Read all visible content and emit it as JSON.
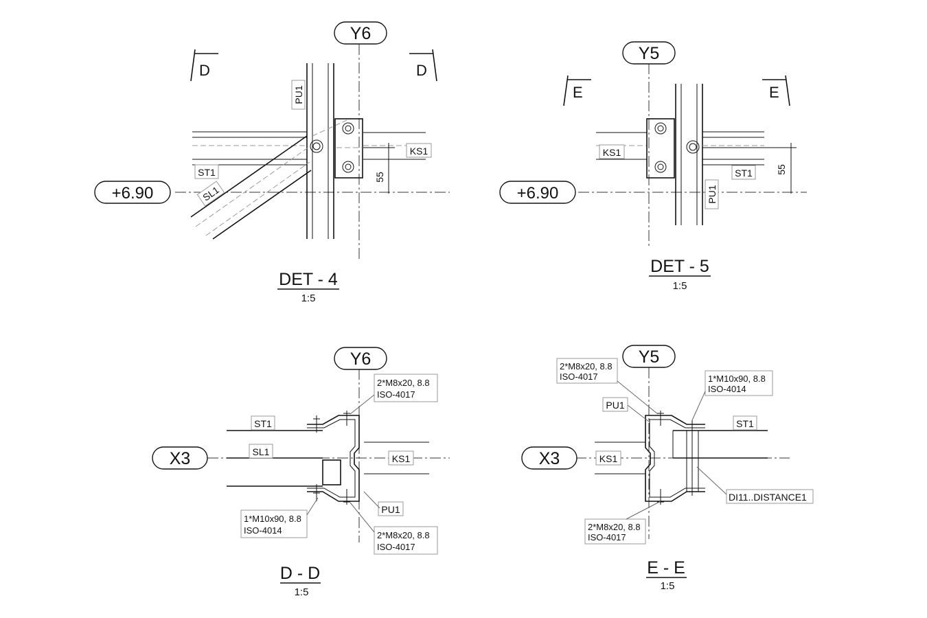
{
  "details": [
    {
      "title": "DET - 4",
      "scale": "1:5",
      "grid_bubble": "Y6",
      "level": "+6.90",
      "section_marker": "D",
      "tags": [
        "PU1",
        "ST1",
        "SL1",
        "KS1"
      ],
      "dimension": "55"
    },
    {
      "title": "DET - 5",
      "scale": "1:5",
      "grid_bubble": "Y5",
      "level": "+6.90",
      "section_marker": "E",
      "tags": [
        "KS1",
        "ST1",
        "PU1"
      ],
      "dimension": "55"
    },
    {
      "title": "D - D",
      "scale": "1:5",
      "grid_bubble": "Y6",
      "x_bubble": "X3",
      "tags": [
        "ST1",
        "SL1",
        "KS1",
        "PU1"
      ],
      "notes": [
        {
          "line1": "2*M8x20, 8.8",
          "line2": "ISO-4017"
        },
        {
          "line1": "1*M10x90, 8.8",
          "line2": "ISO-4014"
        },
        {
          "line1": "2*M8x20, 8.8",
          "line2": "ISO-4017"
        }
      ]
    },
    {
      "title": "E - E",
      "scale": "1:5",
      "grid_bubble": "Y5",
      "x_bubble": "X3",
      "tags": [
        "PU1",
        "ST1",
        "KS1",
        "DI11..DISTANCE1"
      ],
      "notes": [
        {
          "line1": "2*M8x20, 8.8",
          "line2": "ISO-4017"
        },
        {
          "line1": "1*M10x90, 8.8",
          "line2": "ISO-4014"
        },
        {
          "line1": "2*M8x20, 8.8",
          "line2": "ISO-4017"
        }
      ]
    }
  ]
}
